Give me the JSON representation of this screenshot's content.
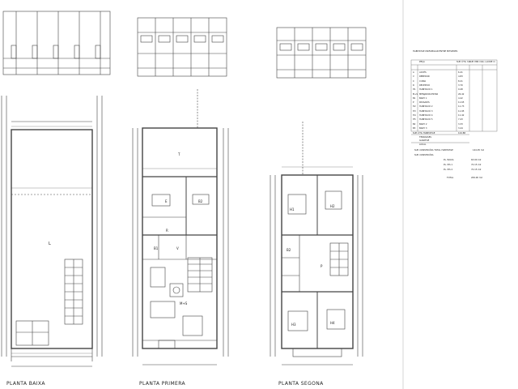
{
  "plans": {
    "baixa_label": "PLANTA BAIXA",
    "primera_label": "PLANTA PRIMERA",
    "segona_label": "PLANTA SEGONA"
  },
  "rooms": {
    "l": "L",
    "t": "T",
    "e": "E",
    "e2": "B2",
    "r": "R",
    "b1": "B1",
    "v": "V",
    "ms": "M+S",
    "h1": "H1",
    "h2": "H2",
    "h3": "H3",
    "h4": "H4",
    "b_upper": "B2",
    "p": "P"
  },
  "table": {
    "title": "HABITATGE UNIFAMILIAR ENTRE MITGERES",
    "col_headers": [
      "PEÇA",
      "SUP. ÚTIL m2",
      "SUP. MIN m2",
      "A. LLIURE m"
    ],
    "rows": [
      [
        "A",
        "ACCÉS",
        "6.41",
        "",
        ""
      ],
      [
        "V",
        "REBEDOR",
        "4.83",
        "",
        ""
      ],
      [
        "C",
        "CUINA",
        "8.21",
        "",
        ""
      ],
      [
        "R",
        "RECEPCIÓ",
        "3.70",
        "",
        ""
      ],
      [
        "H1",
        "HABITACIÓ 1",
        "9.48",
        "",
        ""
      ],
      [
        "M+S",
        "MENJADOR-ESTAR",
        "26.42",
        "",
        ""
      ],
      [
        "B1",
        "BANY 1",
        "4.42",
        "",
        ""
      ],
      [
        "P",
        "PASSADÍS",
        "11.65",
        "",
        ""
      ],
      [
        "H2",
        "HABITACIÓ 2",
        "11.73",
        "",
        ""
      ],
      [
        "H3",
        "HABITACIÓ 3",
        "11.95",
        "",
        ""
      ],
      [
        "H4",
        "HABITACIÓ 4",
        "11.42",
        "",
        ""
      ],
      [
        "H5",
        "HABITACIÓ 5",
        "7.43",
        "",
        ""
      ],
      [
        "B2",
        "BANY 2",
        "3.33",
        "",
        ""
      ],
      [
        "B3",
        "BANY 3",
        "3.44",
        "",
        ""
      ]
    ],
    "sup_util_label": "SUP. ÚTIL HABITATGE",
    "sup_util_value": "124.88",
    "t_terrasses": "TERRASSES",
    "t_value": "",
    "g_garatge": "GARATGE",
    "l_local": "LOCAL",
    "sup_construida_label": "SUP. CONSTRUÏDA TOTAL HABITATGE",
    "sup_construida_value": "144.05 m2",
    "sup_construida2": "SUP. CONSTRUÏDA",
    "pl_baixa": "PL. BAIXA",
    "pl_baixa_v": "63.00 m2",
    "pl_1": "PL. PIS 1",
    "pl_1_v": "72.15 m2",
    "pl_2": "PL. PIS 2",
    "pl_2_v": "72.15 m2",
    "total_label": "TOTAL",
    "total_value": "209.00 m2"
  }
}
